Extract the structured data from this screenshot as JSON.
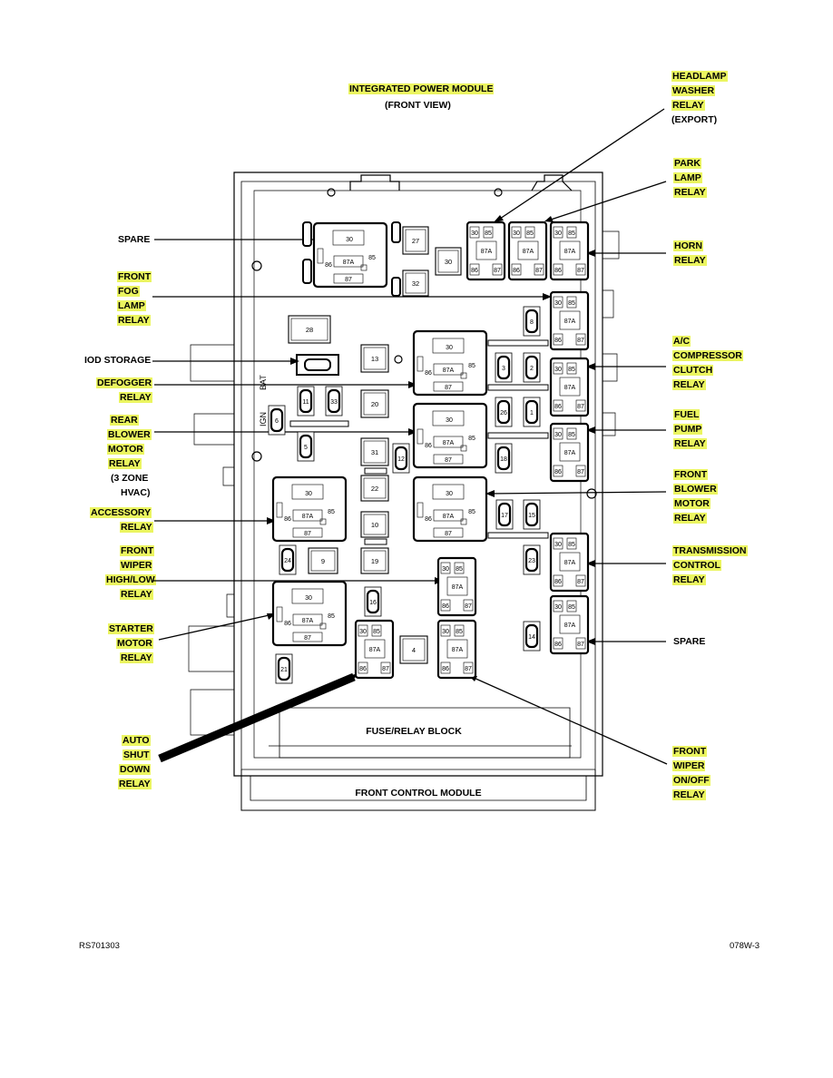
{
  "header": {
    "title": "INTEGRATED POWER MODULE",
    "subtitle": "(FRONT VIEW)"
  },
  "labels": {
    "left": [
      {
        "key": "spare_left",
        "lines": [
          "SPARE"
        ],
        "highlight": false
      },
      {
        "key": "front_fog",
        "lines": [
          "FRONT",
          "FOG",
          "LAMP",
          "RELAY"
        ],
        "highlight": true
      },
      {
        "key": "iod",
        "lines": [
          "IOD STORAGE"
        ],
        "highlight": false
      },
      {
        "key": "defogger",
        "lines": [
          "DEFOGGER",
          "RELAY"
        ],
        "highlight": true
      },
      {
        "key": "rear_blower",
        "lines": [
          "REAR",
          "BLOWER",
          "MOTOR",
          "RELAY"
        ],
        "highlight": true
      },
      {
        "key": "zone_note",
        "lines": [
          "(3 ZONE",
          "HVAC)"
        ],
        "highlight": false
      },
      {
        "key": "accessory",
        "lines": [
          "ACCESSORY",
          "RELAY"
        ],
        "highlight": true
      },
      {
        "key": "front_wiper_hl",
        "lines": [
          "FRONT",
          "WIPER",
          "HIGH/LOW",
          "RELAY"
        ],
        "highlight": true
      },
      {
        "key": "starter",
        "lines": [
          "STARTER",
          "MOTOR",
          "RELAY"
        ],
        "highlight": true
      },
      {
        "key": "asd",
        "lines": [
          "AUTO",
          "SHUT",
          "DOWN",
          "RELAY"
        ],
        "highlight": true
      }
    ],
    "right": [
      {
        "key": "headlamp_washer",
        "lines": [
          "HEADLAMP",
          "WASHER",
          "RELAY"
        ],
        "highlight": true,
        "extra": "(EXPORT)"
      },
      {
        "key": "park_lamp",
        "lines": [
          "PARK",
          "LAMP",
          "RELAY"
        ],
        "highlight": true
      },
      {
        "key": "horn",
        "lines": [
          "HORN",
          "RELAY"
        ],
        "highlight": true
      },
      {
        "key": "ac_clutch",
        "lines": [
          "A/C",
          "COMPRESSOR",
          "CLUTCH",
          "RELAY"
        ],
        "highlight": true
      },
      {
        "key": "fuel_pump",
        "lines": [
          "FUEL",
          "PUMP",
          "RELAY"
        ],
        "highlight": true
      },
      {
        "key": "front_blower",
        "lines": [
          "FRONT",
          "BLOWER",
          "MOTOR",
          "RELAY"
        ],
        "highlight": true
      },
      {
        "key": "trans_control",
        "lines": [
          "TRANSMISSION",
          "CONTROL",
          "RELAY"
        ],
        "highlight": true
      },
      {
        "key": "spare_right",
        "lines": [
          "SPARE"
        ],
        "highlight": false
      },
      {
        "key": "front_wiper_onoff",
        "lines": [
          "FRONT",
          "WIPER",
          "ON/OFF",
          "RELAY"
        ],
        "highlight": true
      }
    ]
  },
  "module": {
    "fuse_block_label": "FUSE/RELAY BLOCK",
    "front_control_label": "FRONT CONTROL MODULE",
    "ign_text": "IGN",
    "bat_text": "BAT",
    "pin_labels": {
      "p30": "30",
      "p85": "85",
      "p86": "86",
      "p87": "87",
      "p87a": "87A"
    },
    "fuses": [
      "27",
      "30",
      "32",
      "28",
      "13",
      "20",
      "31",
      "22",
      "10",
      "9",
      "19",
      "4",
      "11",
      "33",
      "6",
      "5",
      "12",
      "8",
      "3",
      "2",
      "26",
      "1",
      "18",
      "17",
      "15",
      "23",
      "24",
      "16",
      "14",
      "21"
    ]
  },
  "footer": {
    "left_code": "RS701303",
    "right_code": "078W-3"
  },
  "colors": {
    "highlight": "#ebf560",
    "line": "#000000"
  }
}
